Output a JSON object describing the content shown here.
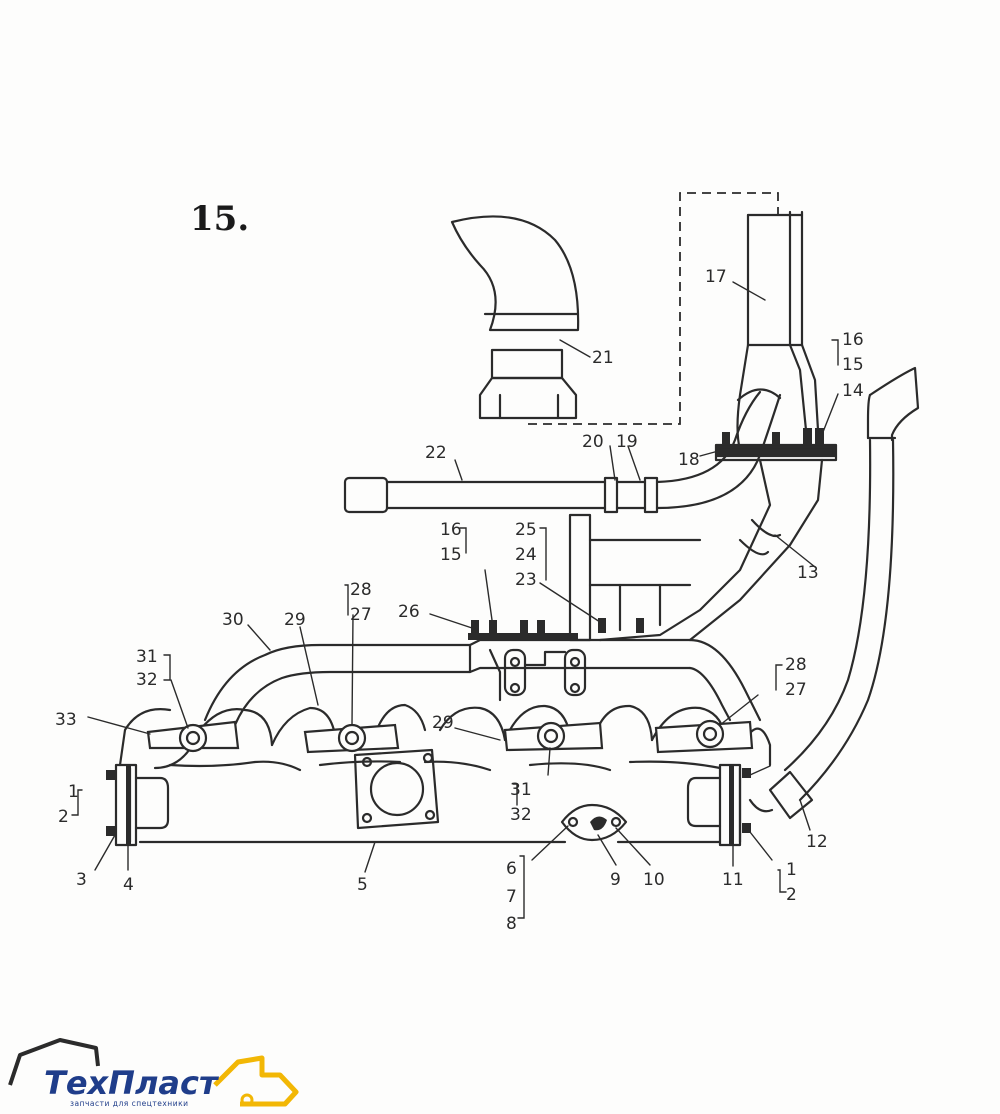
{
  "figure": {
    "number": "15."
  },
  "labels": {
    "l1a": "1",
    "l2a": "2",
    "l3": "3",
    "l4": "4",
    "l5": "5",
    "l6": "6",
    "l7": "7",
    "l8": "8",
    "l9": "9",
    "l10": "10",
    "l11": "11",
    "l1b": "1",
    "l2b": "2",
    "l12": "12",
    "l13": "13",
    "l14": "14",
    "l15a": "15",
    "l16a": "16",
    "l17": "17",
    "l18": "18",
    "l19": "19",
    "l20": "20",
    "l21": "21",
    "l22": "22",
    "l23": "23",
    "l24": "24",
    "l25": "25",
    "l16b": "16",
    "l15b": "15",
    "l26": "26",
    "l28a": "28",
    "l27a": "27",
    "l28b": "28",
    "l27b": "27",
    "l29a": "29",
    "l29b": "29",
    "l30": "30",
    "l31a": "31",
    "l32a": "32",
    "l31b": "31",
    "l32b": "32",
    "l33": "33"
  },
  "logo": {
    "brand": "ТехПласт",
    "tagline": "запчасти для спецтехники",
    "colors": {
      "text": "#1f3d8a",
      "accent": "#f2b705"
    }
  }
}
